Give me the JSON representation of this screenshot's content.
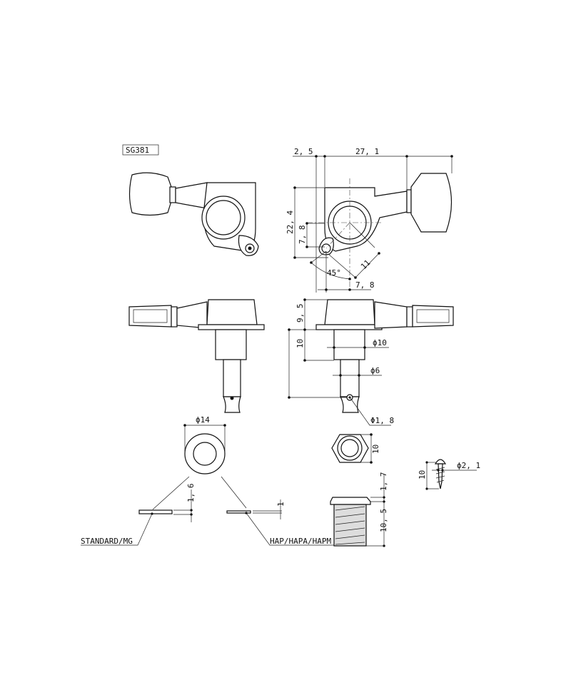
{
  "model_label": "SG381",
  "dimensions": {
    "top_offset": "2, 5",
    "overall_length": "27, 1",
    "housing_height": "22, 4",
    "tab_offset_vertical": "7, 8",
    "tab_distance": "11",
    "tab_angle": "45°",
    "tab_offset_horizontal": "7, 8",
    "housing_thickness": "9, 5",
    "shaft_length": "10",
    "shaft_diameter": "ϕ10",
    "post_diameter": "ϕ6",
    "string_hole_diameter": "Φ1, 8",
    "washer_diameter": "ϕ14",
    "washer_standard_thickness": "1, 6",
    "washer_hap_thickness": "1",
    "nut_size": "10",
    "bushing_head_height": "1, 7",
    "bushing_length": "10, 5",
    "screw_length": "10",
    "screw_diameter": "ϕ2, 1"
  },
  "labels": {
    "washer_standard": "STANDARD/MG",
    "washer_hap": "HAP/HAPA/HAPM"
  }
}
